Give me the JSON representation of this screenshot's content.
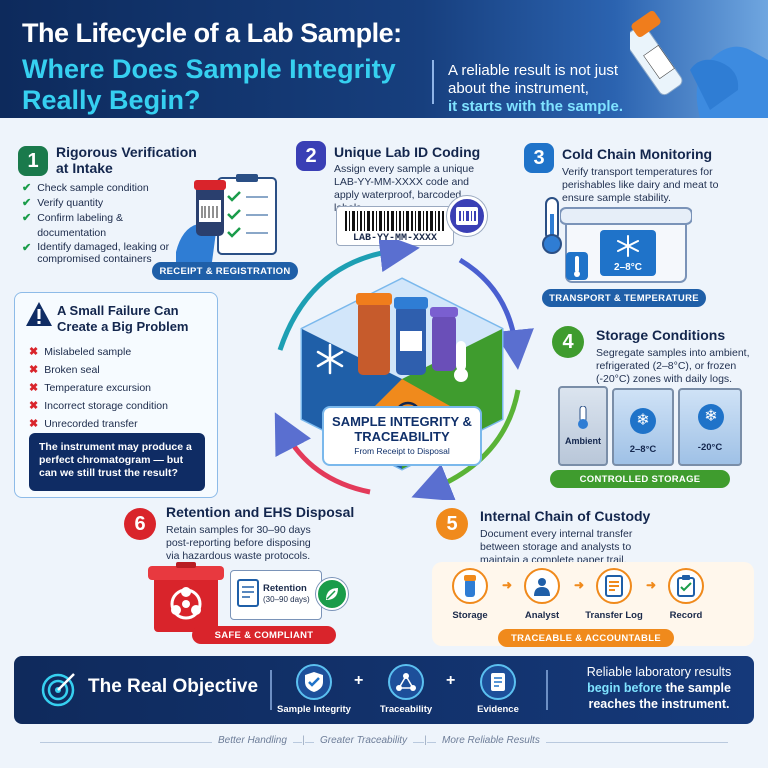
{
  "header": {
    "title_line1": "The Lifecycle of a Lab Sample:",
    "title_line2": "Where Does Sample Integrity Really Begin?",
    "tagline_plain": "A reliable result is not just about the instrument,",
    "tagline_bold": "it starts with the sample."
  },
  "steps": {
    "s1": {
      "number": "1",
      "title": "Rigorous Verification at Intake",
      "checks": [
        "Check sample condition",
        "Verify quantity",
        "Confirm labeling & documentation",
        "Identify damaged, leaking or compromised containers"
      ],
      "pill": "RECEIPT & REGISTRATION"
    },
    "s2": {
      "number": "2",
      "title": "Unique Lab ID Coding",
      "desc": "Assign every sample a unique LAB-YY-MM-XXXX code and apply waterproof, barcoded labels.",
      "label_code": "LAB-YY-MM-XXXX"
    },
    "s3": {
      "number": "3",
      "title": "Cold Chain Monitoring",
      "desc": "Verify transport temperatures for perishables like dairy and meat to ensure sample stability.",
      "cooler_temp": "2–8°C",
      "pill": "TRANSPORT & TEMPERATURE"
    },
    "s4": {
      "number": "4",
      "title": "Storage Conditions",
      "desc": "Segregate samples into ambient, refrigerated (2–8°C), or frozen (-20°C) zones with daily logs.",
      "zones": [
        "Ambient",
        "2–8°C",
        "-20°C"
      ],
      "pill": "CONTROLLED STORAGE"
    },
    "s5": {
      "number": "5",
      "title": "Internal Chain of Custody",
      "desc": "Document every internal transfer between storage and analysts to maintain a complete paper trail.",
      "flow": [
        "Storage",
        "Analyst",
        "Transfer Log",
        "Record"
      ],
      "pill": "TRACEABLE & ACCOUNTABLE"
    },
    "s6": {
      "number": "6",
      "title": "Retention and EHS Disposal",
      "desc": "Retain samples for 30–90 days post-reporting before disposing via hazardous waste protocols.",
      "retention_title": "Retention",
      "retention_days": "(30–90 days)",
      "pill": "SAFE & COMPLIANT"
    }
  },
  "warning": {
    "title": "A Small Failure Can Create a Big Problem",
    "items": [
      "Mislabeled sample",
      "Broken seal",
      "Temperature excursion",
      "Incorrect storage condition",
      "Unrecorded transfer"
    ],
    "callout": "The instrument may produce a perfect chromatogram — but can we still trust the result?"
  },
  "center": {
    "title": "SAMPLE INTEGRITY & TRACEABILITY",
    "subtitle": "From Receipt to Disposal"
  },
  "objective": {
    "title": "The Real Objective",
    "pillars": [
      "Sample Integrity",
      "Traceability",
      "Evidence"
    ],
    "plus": "+",
    "statement_plain1": "Reliable laboratory results",
    "statement_bold": "begin before",
    "statement_plain2": "the sample",
    "statement_bold2": "reaches the instrument."
  },
  "footer": [
    "Better Handling",
    "Greater Traceability",
    "More Reliable Results"
  ],
  "colors": {
    "s1": "#1a7a4c",
    "s2": "#3a3fb5",
    "s3": "#1f73c9",
    "s4": "#3f9c2e",
    "s5": "#f08a1c",
    "s6": "#d9242b",
    "navy": "#0f2a5c",
    "cyan": "#36d0f0"
  }
}
